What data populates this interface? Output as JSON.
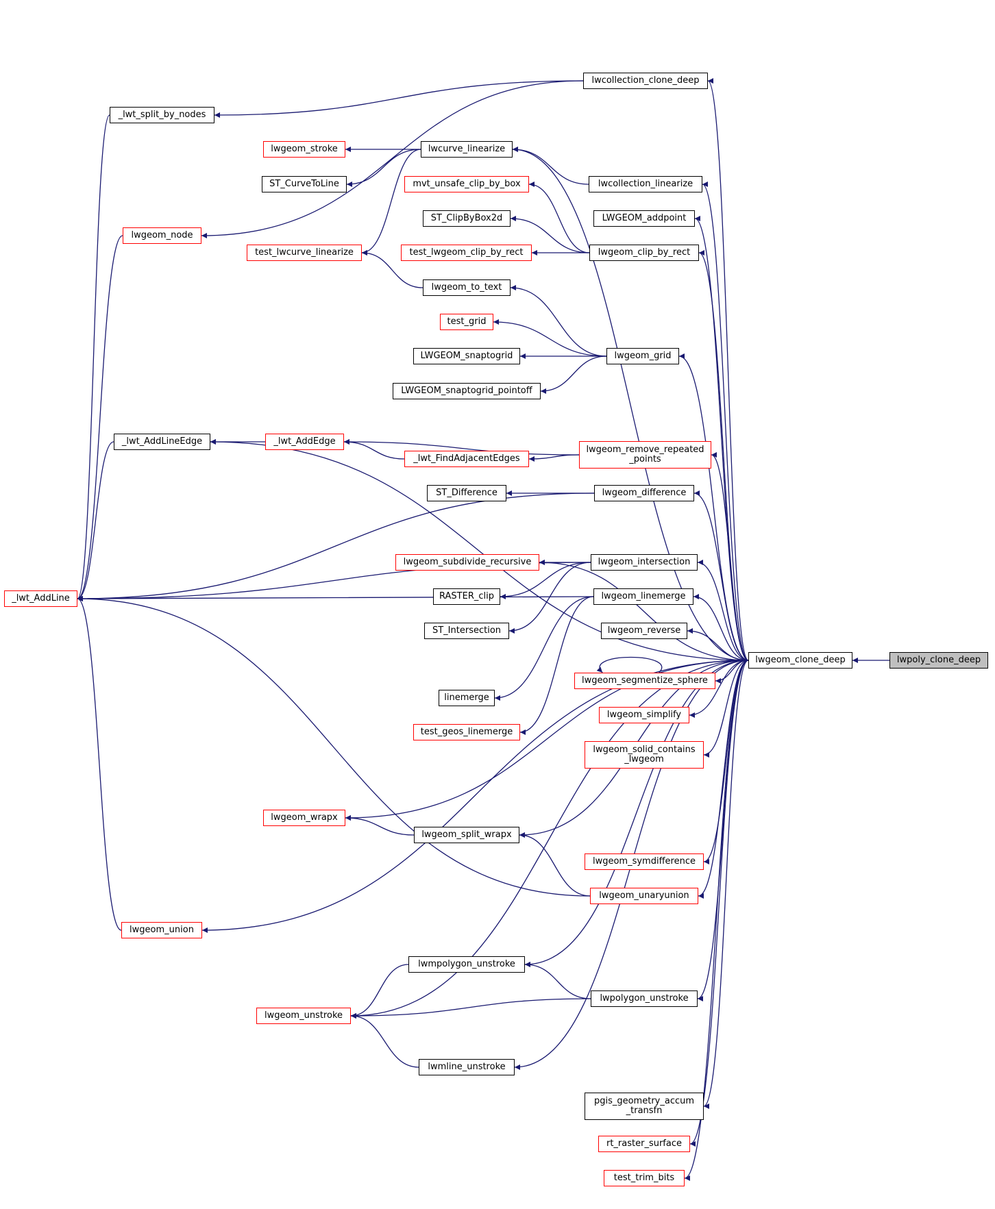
{
  "colors": {
    "edge": "#191970",
    "link_border": "#ff0000",
    "plain_border": "#000000",
    "root_fill": "#bfbfbf"
  },
  "nodes": {
    "lwpoly_clone_deep": "lwpoly_clone_deep",
    "lwgeom_clone_deep": "lwgeom_clone_deep",
    "lwcollection_clone_deep": "lwcollection_clone_deep",
    "lwt_split_by_nodes": "_lwt_split_by_nodes",
    "lwt_AddLine": "_lwt_AddLine",
    "lwcurve_linearize": "lwcurve_linearize",
    "lwgeom_stroke": "lwgeom_stroke",
    "ST_CurveToLine": "ST_CurveToLine",
    "test_lwcurve_linearize": "test_lwcurve_linearize",
    "lwcollection_linearize": "lwcollection_linearize",
    "mvt_unsafe_clip_by_box": "mvt_unsafe_clip_by_box",
    "LWGEOM_addpoint": "LWGEOM_addpoint",
    "ST_ClipByBox2d": "ST_ClipByBox2d",
    "lwgeom_node": "lwgeom_node",
    "test_lwgeom_clip_by_rect": "test_lwgeom_clip_by_rect",
    "lwgeom_clip_by_rect": "lwgeom_clip_by_rect",
    "lwgeom_to_text": "lwgeom_to_text",
    "test_grid": "test_grid",
    "LWGEOM_snaptogrid": "LWGEOM_snaptogrid",
    "lwgeom_grid": "lwgeom_grid",
    "LWGEOM_snaptogrid_pointoff": "LWGEOM_snaptogrid_pointoff",
    "lwt_AddLineEdge": "_lwt_AddLineEdge",
    "lwt_AddEdge": "_lwt_AddEdge",
    "lwgeom_remove_repeated_points": "lwgeom_remove_repeated\n_points",
    "lwt_FindAdjacentEdges": "_lwt_FindAdjacentEdges",
    "ST_Difference": "ST_Difference",
    "lwgeom_difference": "lwgeom_difference",
    "lwgeom_subdivide_recursive": "lwgeom_subdivide_recursive",
    "lwgeom_intersection": "lwgeom_intersection",
    "RASTER_clip": "RASTER_clip",
    "lwgeom_linemerge": "lwgeom_linemerge",
    "ST_Intersection": "ST_Intersection",
    "lwgeom_reverse": "lwgeom_reverse",
    "lwgeom_segmentize_sphere": "lwgeom_segmentize_sphere",
    "linemerge": "linemerge",
    "lwgeom_simplify": "lwgeom_simplify",
    "test_geos_linemerge": "test_geos_linemerge",
    "lwgeom_solid_contains_lwgeom": "lwgeom_solid_contains\n_lwgeom",
    "lwgeom_wrapx": "lwgeom_wrapx",
    "lwgeom_split_wrapx": "lwgeom_split_wrapx",
    "lwgeom_symdifference": "lwgeom_symdifference",
    "lwgeom_unaryunion": "lwgeom_unaryunion",
    "lwgeom_union": "lwgeom_union",
    "lwmpolygon_unstroke": "lwmpolygon_unstroke",
    "lwpolygon_unstroke": "lwpolygon_unstroke",
    "lwgeom_unstroke": "lwgeom_unstroke",
    "lwmline_unstroke": "lwmline_unstroke",
    "pgis_geometry_accum_transfn": "pgis_geometry_accum\n_transfn",
    "rt_raster_surface": "rt_raster_surface",
    "test_trim_bits": "test_trim_bits"
  },
  "edges": [
    [
      "lwgeom_clone_deep",
      "lwpoly_clone_deep"
    ],
    [
      "lwcollection_clone_deep",
      "lwgeom_clone_deep"
    ],
    [
      "lwcurve_linearize",
      "lwgeom_clone_deep"
    ],
    [
      "lwcollection_linearize",
      "lwgeom_clone_deep"
    ],
    [
      "LWGEOM_addpoint",
      "lwgeom_clone_deep"
    ],
    [
      "lwgeom_clip_by_rect",
      "lwgeom_clone_deep"
    ],
    [
      "lwgeom_grid",
      "lwgeom_clone_deep"
    ],
    [
      "lwgeom_remove_repeated_points",
      "lwgeom_clone_deep"
    ],
    [
      "lwgeom_difference",
      "lwgeom_clone_deep"
    ],
    [
      "lwgeom_subdivide_recursive",
      "lwgeom_clone_deep"
    ],
    [
      "lwgeom_intersection",
      "lwgeom_clone_deep"
    ],
    [
      "lwgeom_linemerge",
      "lwgeom_clone_deep"
    ],
    [
      "lwgeom_reverse",
      "lwgeom_clone_deep"
    ],
    [
      "lwgeom_segmentize_sphere",
      "lwgeom_clone_deep"
    ],
    [
      "lwgeom_simplify",
      "lwgeom_clone_deep"
    ],
    [
      "lwgeom_solid_contains_lwgeom",
      "lwgeom_clone_deep"
    ],
    [
      "lwgeom_wrapx",
      "lwgeom_clone_deep"
    ],
    [
      "lwgeom_split_wrapx",
      "lwgeom_clone_deep"
    ],
    [
      "lwgeom_symdifference",
      "lwgeom_clone_deep"
    ],
    [
      "lwgeom_unaryunion",
      "lwgeom_clone_deep"
    ],
    [
      "lwgeom_union",
      "lwgeom_clone_deep"
    ],
    [
      "lwmpolygon_unstroke",
      "lwgeom_clone_deep"
    ],
    [
      "lwpolygon_unstroke",
      "lwgeom_clone_deep"
    ],
    [
      "lwgeom_unstroke",
      "lwgeom_clone_deep"
    ],
    [
      "lwmline_unstroke",
      "lwgeom_clone_deep"
    ],
    [
      "pgis_geometry_accum_transfn",
      "lwgeom_clone_deep"
    ],
    [
      "rt_raster_surface",
      "lwgeom_clone_deep"
    ],
    [
      "test_trim_bits",
      "lwgeom_clone_deep"
    ],
    [
      "lwt_split_by_nodes",
      "lwcollection_clone_deep"
    ],
    [
      "lwgeom_node",
      "lwcollection_clone_deep"
    ],
    [
      "lwt_AddLine",
      "lwt_split_by_nodes"
    ],
    [
      "lwgeom_stroke",
      "lwcurve_linearize"
    ],
    [
      "ST_CurveToLine",
      "lwcurve_linearize"
    ],
    [
      "test_lwcurve_linearize",
      "lwcurve_linearize"
    ],
    [
      "lwcurve_linearize",
      "lwcollection_linearize"
    ],
    [
      "mvt_unsafe_clip_by_box",
      "lwgeom_clip_by_rect"
    ],
    [
      "ST_ClipByBox2d",
      "lwgeom_clip_by_rect"
    ],
    [
      "test_lwgeom_clip_by_rect",
      "lwgeom_clip_by_rect"
    ],
    [
      "test_lwcurve_linearize",
      "lwgeom_to_text"
    ],
    [
      "lwgeom_to_text",
      "lwgeom_grid"
    ],
    [
      "test_grid",
      "lwgeom_grid"
    ],
    [
      "LWGEOM_snaptogrid",
      "lwgeom_grid"
    ],
    [
      "LWGEOM_snaptogrid_pointoff",
      "lwgeom_grid"
    ],
    [
      "lwt_AddLine",
      "lwgeom_node"
    ],
    [
      "lwt_AddLine",
      "lwt_AddLineEdge"
    ],
    [
      "lwt_AddLineEdge",
      "lwt_AddEdge"
    ],
    [
      "lwt_AddEdge",
      "lwt_FindAdjacentEdges"
    ],
    [
      "lwt_AddEdge",
      "lwgeom_remove_repeated_points"
    ],
    [
      "lwt_FindAdjacentEdges",
      "lwgeom_remove_repeated_points"
    ],
    [
      "lwt_AddLineEdge",
      "lwgeom_clone_deep"
    ],
    [
      "ST_Difference",
      "lwgeom_difference"
    ],
    [
      "lwt_AddLine",
      "lwgeom_difference"
    ],
    [
      "lwgeom_subdivide_recursive",
      "lwgeom_intersection"
    ],
    [
      "RASTER_clip",
      "lwgeom_intersection"
    ],
    [
      "ST_Intersection",
      "lwgeom_intersection"
    ],
    [
      "lwt_AddLine",
      "lwgeom_intersection"
    ],
    [
      "linemerge",
      "lwgeom_linemerge"
    ],
    [
      "test_geos_linemerge",
      "lwgeom_linemerge"
    ],
    [
      "lwt_AddLine",
      "lwgeom_linemerge"
    ],
    [
      "lwgeom_segmentize_sphere",
      "lwgeom_segmentize_sphere"
    ],
    [
      "lwgeom_wrapx",
      "lwgeom_split_wrapx"
    ],
    [
      "lwgeom_split_wrapx",
      "lwgeom_unaryunion"
    ],
    [
      "lwt_AddLine",
      "lwgeom_unaryunion"
    ],
    [
      "lwt_AddLine",
      "lwgeom_union"
    ],
    [
      "lwgeom_unstroke",
      "lwmpolygon_unstroke"
    ],
    [
      "lwmpolygon_unstroke",
      "lwpolygon_unstroke"
    ],
    [
      "lwgeom_unstroke",
      "lwpolygon_unstroke"
    ],
    [
      "lwgeom_unstroke",
      "lwmline_unstroke"
    ]
  ]
}
